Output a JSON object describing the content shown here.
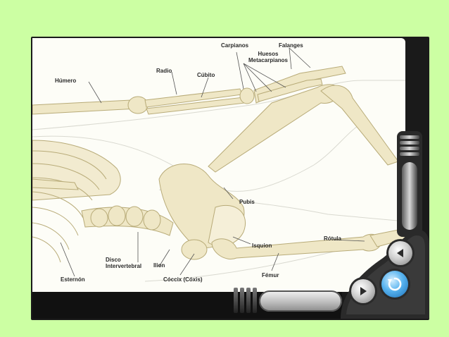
{
  "labels": {
    "humero": "Húmero",
    "radio": "Radio",
    "cubito": "Cúbito",
    "carpianos": "Carpianos",
    "huesos_metacarpianos": "Huesos Metacarpianos",
    "falanges": "Falanges",
    "pubis": "Pubis",
    "isquion": "Isquion",
    "rotula": "Rótula",
    "femur": "Fémur",
    "esternon": "Esternón",
    "disco_intervertebral": "Disco Intervertebral",
    "ilion": "Ilion",
    "coccix": "Cóccix (Cóxis)"
  },
  "controls": {
    "back_icon": "triangle-left-icon",
    "next_icon": "triangle-right-icon",
    "replay_icon": "replay-icon"
  },
  "colors": {
    "background": "#ccffa3",
    "bone": "#efe7c6",
    "bone_shadow": "#c9bd8e",
    "frame": "#1a1a1a",
    "accent_blue": "#1a6fb8"
  }
}
